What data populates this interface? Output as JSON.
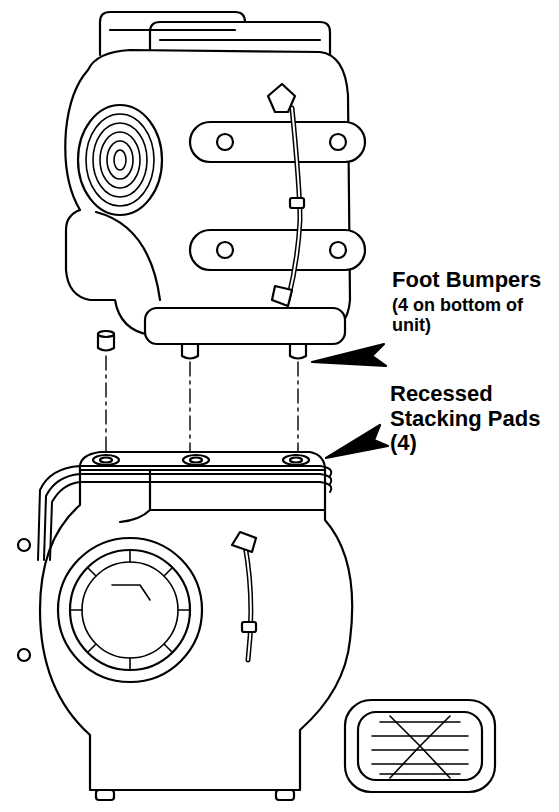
{
  "diagram": {
    "labels": [
      "Foot Bumpers",
      "(4 on bottom of unit)",
      "Recessed Stacking Pads (4)"
    ]
  }
}
